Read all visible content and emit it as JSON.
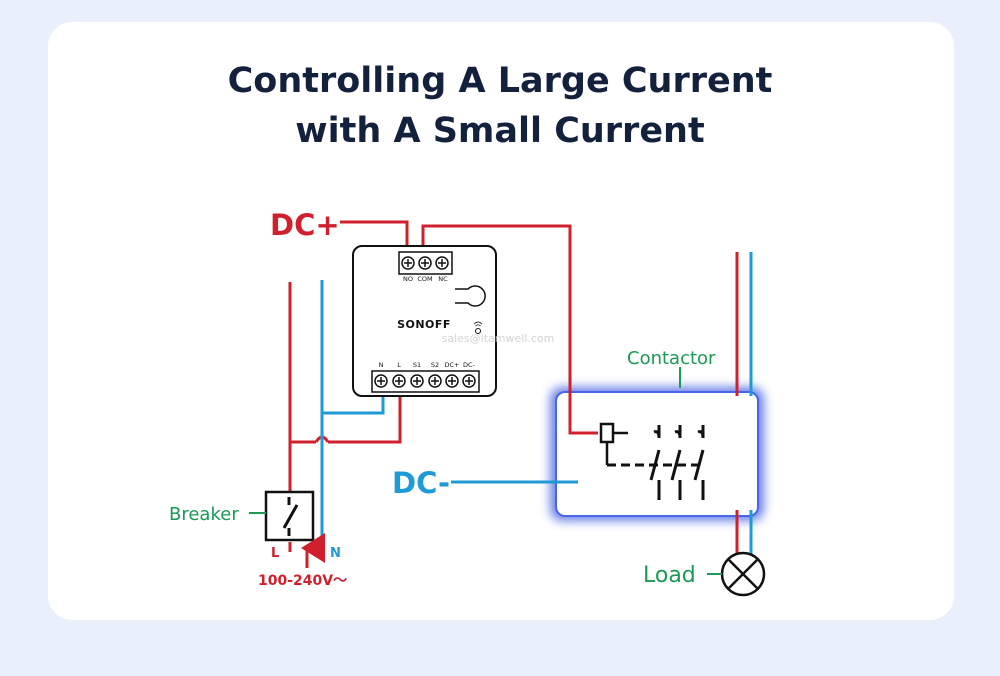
{
  "title": {
    "line1": "Controlling A Large Current",
    "line2": "with A Small Current"
  },
  "labels": {
    "dc_plus": "DC+",
    "dc_minus": "DC-",
    "contactor": "Contactor",
    "breaker": "Breaker",
    "load": "Load",
    "live": "L",
    "neutral": "N",
    "voltage": "100-240V～",
    "watermark": "sales@itamwell.com"
  },
  "device": {
    "brand": "SONOFF",
    "top_terminals": [
      "NO",
      "COM",
      "NC"
    ],
    "bottom_terminals": [
      "N",
      "L",
      "S1",
      "S2",
      "DC+",
      "DC-"
    ]
  },
  "colors": {
    "live_red": "#d0202e",
    "neutral_blue": "#1e9ad6",
    "green_label": "#1a9a55",
    "title_navy": "#14213d",
    "contactor_glow": "#3b57e0"
  }
}
